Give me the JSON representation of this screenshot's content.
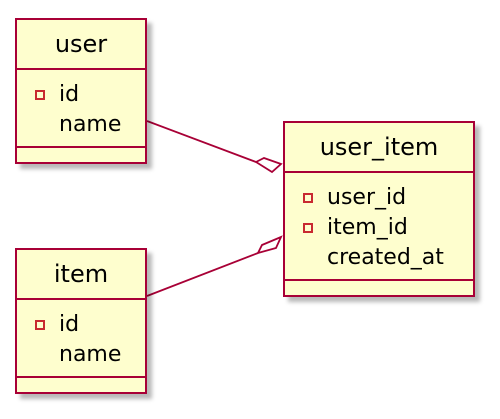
{
  "diagram": {
    "entities": {
      "user": {
        "name": "user",
        "attributes": [
          {
            "name": "id",
            "visibility": "private"
          },
          {
            "name": "name",
            "visibility": "none"
          }
        ]
      },
      "item": {
        "name": "item",
        "attributes": [
          {
            "name": "id",
            "visibility": "private"
          },
          {
            "name": "name",
            "visibility": "none"
          }
        ]
      },
      "user_item": {
        "name": "user_item",
        "attributes": [
          {
            "name": "user_id",
            "visibility": "private"
          },
          {
            "name": "item_id",
            "visibility": "private"
          },
          {
            "name": "created_at",
            "visibility": "none"
          }
        ]
      }
    },
    "relations": [
      {
        "from": "user",
        "to": "user_item",
        "type": "aggregation"
      },
      {
        "from": "item",
        "to": "user_item",
        "type": "aggregation"
      }
    ],
    "colors": {
      "entity_fill": "#fefece",
      "border": "#a80036",
      "private_marker": "#c82930",
      "background": "#ffffff"
    }
  }
}
